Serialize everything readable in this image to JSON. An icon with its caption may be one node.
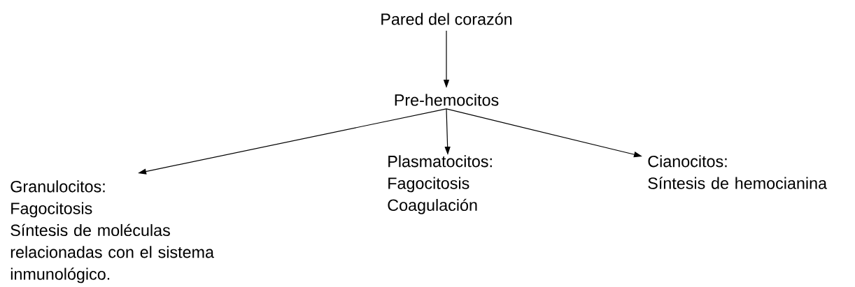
{
  "diagram": {
    "nodes": [
      {
        "text": [
          "Pared del corazón"
        ]
      },
      {
        "text": [
          "Pre-hemocitos"
        ]
      },
      {
        "text": [
          "Granulocitos:",
          "Fagocitosis",
          "Síntesis de moléculas relacionadas con el sistema inmunológico."
        ]
      },
      {
        "text": [
          "Plasmatocitos:",
          "Fagocitosis",
          "Coagulación"
        ]
      },
      {
        "text": [
          "Cianocitos:",
          "Síntesis de hemocianina"
        ]
      }
    ],
    "edges": [
      {
        "from": 0,
        "to": 1,
        "arrow": "to"
      },
      {
        "from": 1,
        "to": 2,
        "arrow": "to"
      },
      {
        "from": 1,
        "to": 3,
        "arrow": "to"
      },
      {
        "from": 1,
        "to": 4,
        "arrow": "to"
      }
    ]
  }
}
